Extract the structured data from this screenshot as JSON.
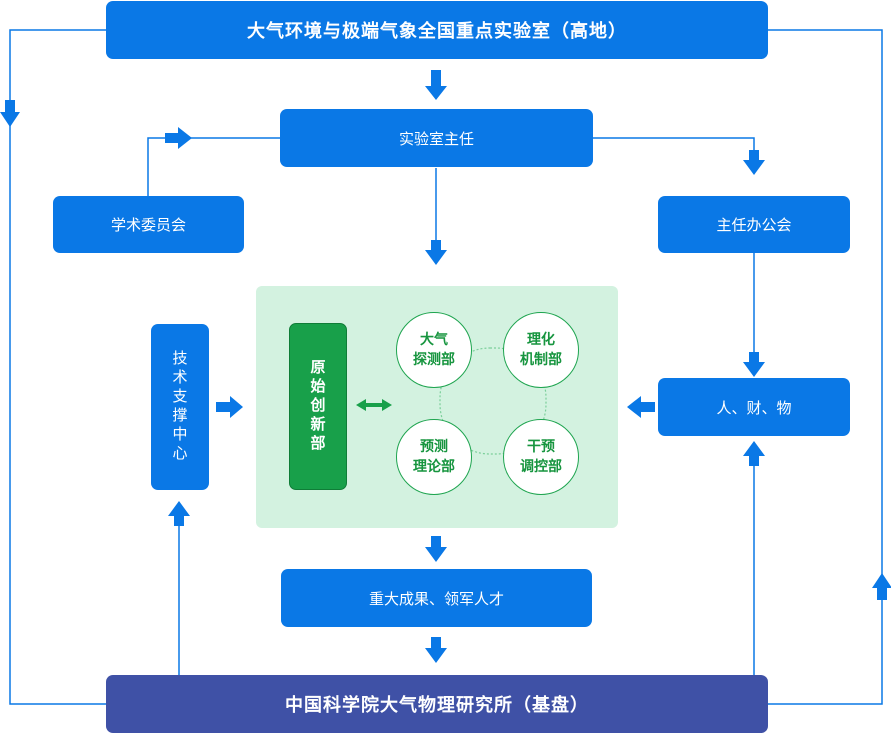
{
  "header": {
    "title": "大气环境与极端气象全国重点实验室（高地）"
  },
  "director": {
    "label": "实验室主任"
  },
  "academic_committee": {
    "label": "学术委员会"
  },
  "director_office": {
    "label": "主任办公会"
  },
  "tech_support": {
    "label": "技术支撑中心"
  },
  "resources": {
    "label": "人、财、物"
  },
  "innovation_dept": {
    "label": "原始创新部"
  },
  "departments": [
    {
      "line1": "大气",
      "line2": "探测部"
    },
    {
      "line1": "理化",
      "line2": "机制部"
    },
    {
      "line1": "预测",
      "line2": "理论部"
    },
    {
      "line1": "干预",
      "line2": "调控部"
    }
  ],
  "outputs": {
    "label": "重大成果、领军人才"
  },
  "footer": {
    "title": "中国科学院大气物理研究所（基盘）"
  },
  "colors": {
    "blue": "#0a78e6",
    "navy": "#3f51a6",
    "green": "#18a04a",
    "panel": "#d3f2e0"
  }
}
